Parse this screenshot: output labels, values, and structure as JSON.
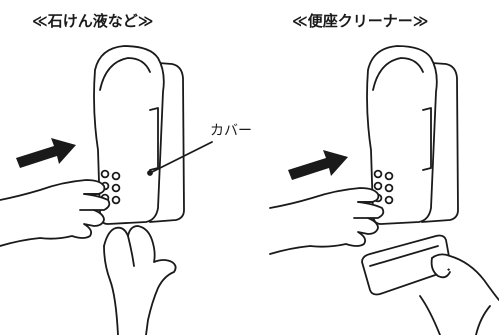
{
  "left_panel": {
    "title": "≪石けん液など≫",
    "callout_label": "カバー"
  },
  "right_panel": {
    "title": "≪便座クリーナー≫"
  },
  "icons": {
    "push_arrow": "arrow-right-icon",
    "dispenser": "dispenser-unit",
    "hand": "hand-icon",
    "refill_pad": "refill-pad"
  },
  "colors": {
    "line": "#1a1a1a",
    "fill": "#ffffff",
    "arrow": "#1a1a1a"
  }
}
